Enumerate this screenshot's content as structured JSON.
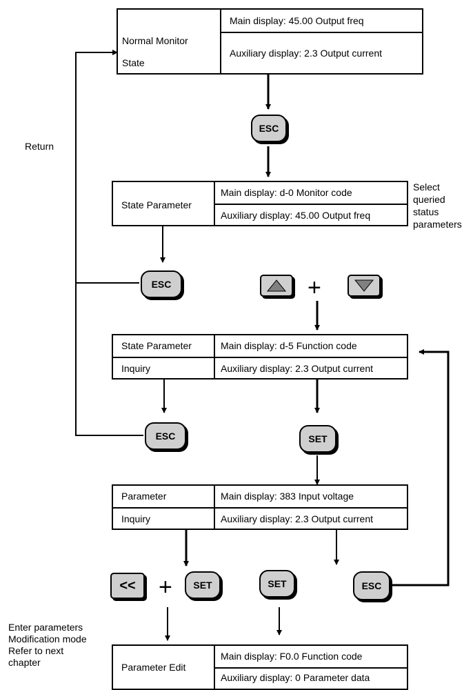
{
  "return_label": "Return",
  "select_note": [
    "Select",
    "queried",
    "status",
    "parameters"
  ],
  "enter_note": [
    "Enter parameters",
    "Modification mode",
    "Refer to next",
    "chapter"
  ],
  "boxes": {
    "normal_monitor": {
      "name": [
        "Normal Monitor",
        "State"
      ],
      "main": "Main display: 45.00 Output freq",
      "aux": "Auxiliary display: 2.3 Output current"
    },
    "state_parameter": {
      "name": [
        "State Parameter"
      ],
      "main": "Main display: d-0 Monitor code",
      "aux": "Auxiliary display: 45.00 Output freq"
    },
    "state_parameter_inquiry": {
      "name": [
        "State Parameter",
        "Inquiry"
      ],
      "main": "Main display: d-5 Function code",
      "aux": "Auxiliary display: 2.3 Output current"
    },
    "parameter_inquiry": {
      "name": [
        "Parameter",
        "Inquiry"
      ],
      "main": "Main display: 383 Input voltage",
      "aux": "Auxiliary display: 2.3 Output current"
    },
    "parameter_edit": {
      "name": [
        "Parameter Edit"
      ],
      "main": "Main display: F0.0 Function code",
      "aux": "Auxiliary display: 0 Parameter data"
    }
  },
  "keys": {
    "esc": "ESC",
    "set": "SET",
    "shift": "<<",
    "up": "up-triangle-icon",
    "down": "down-triangle-icon"
  }
}
